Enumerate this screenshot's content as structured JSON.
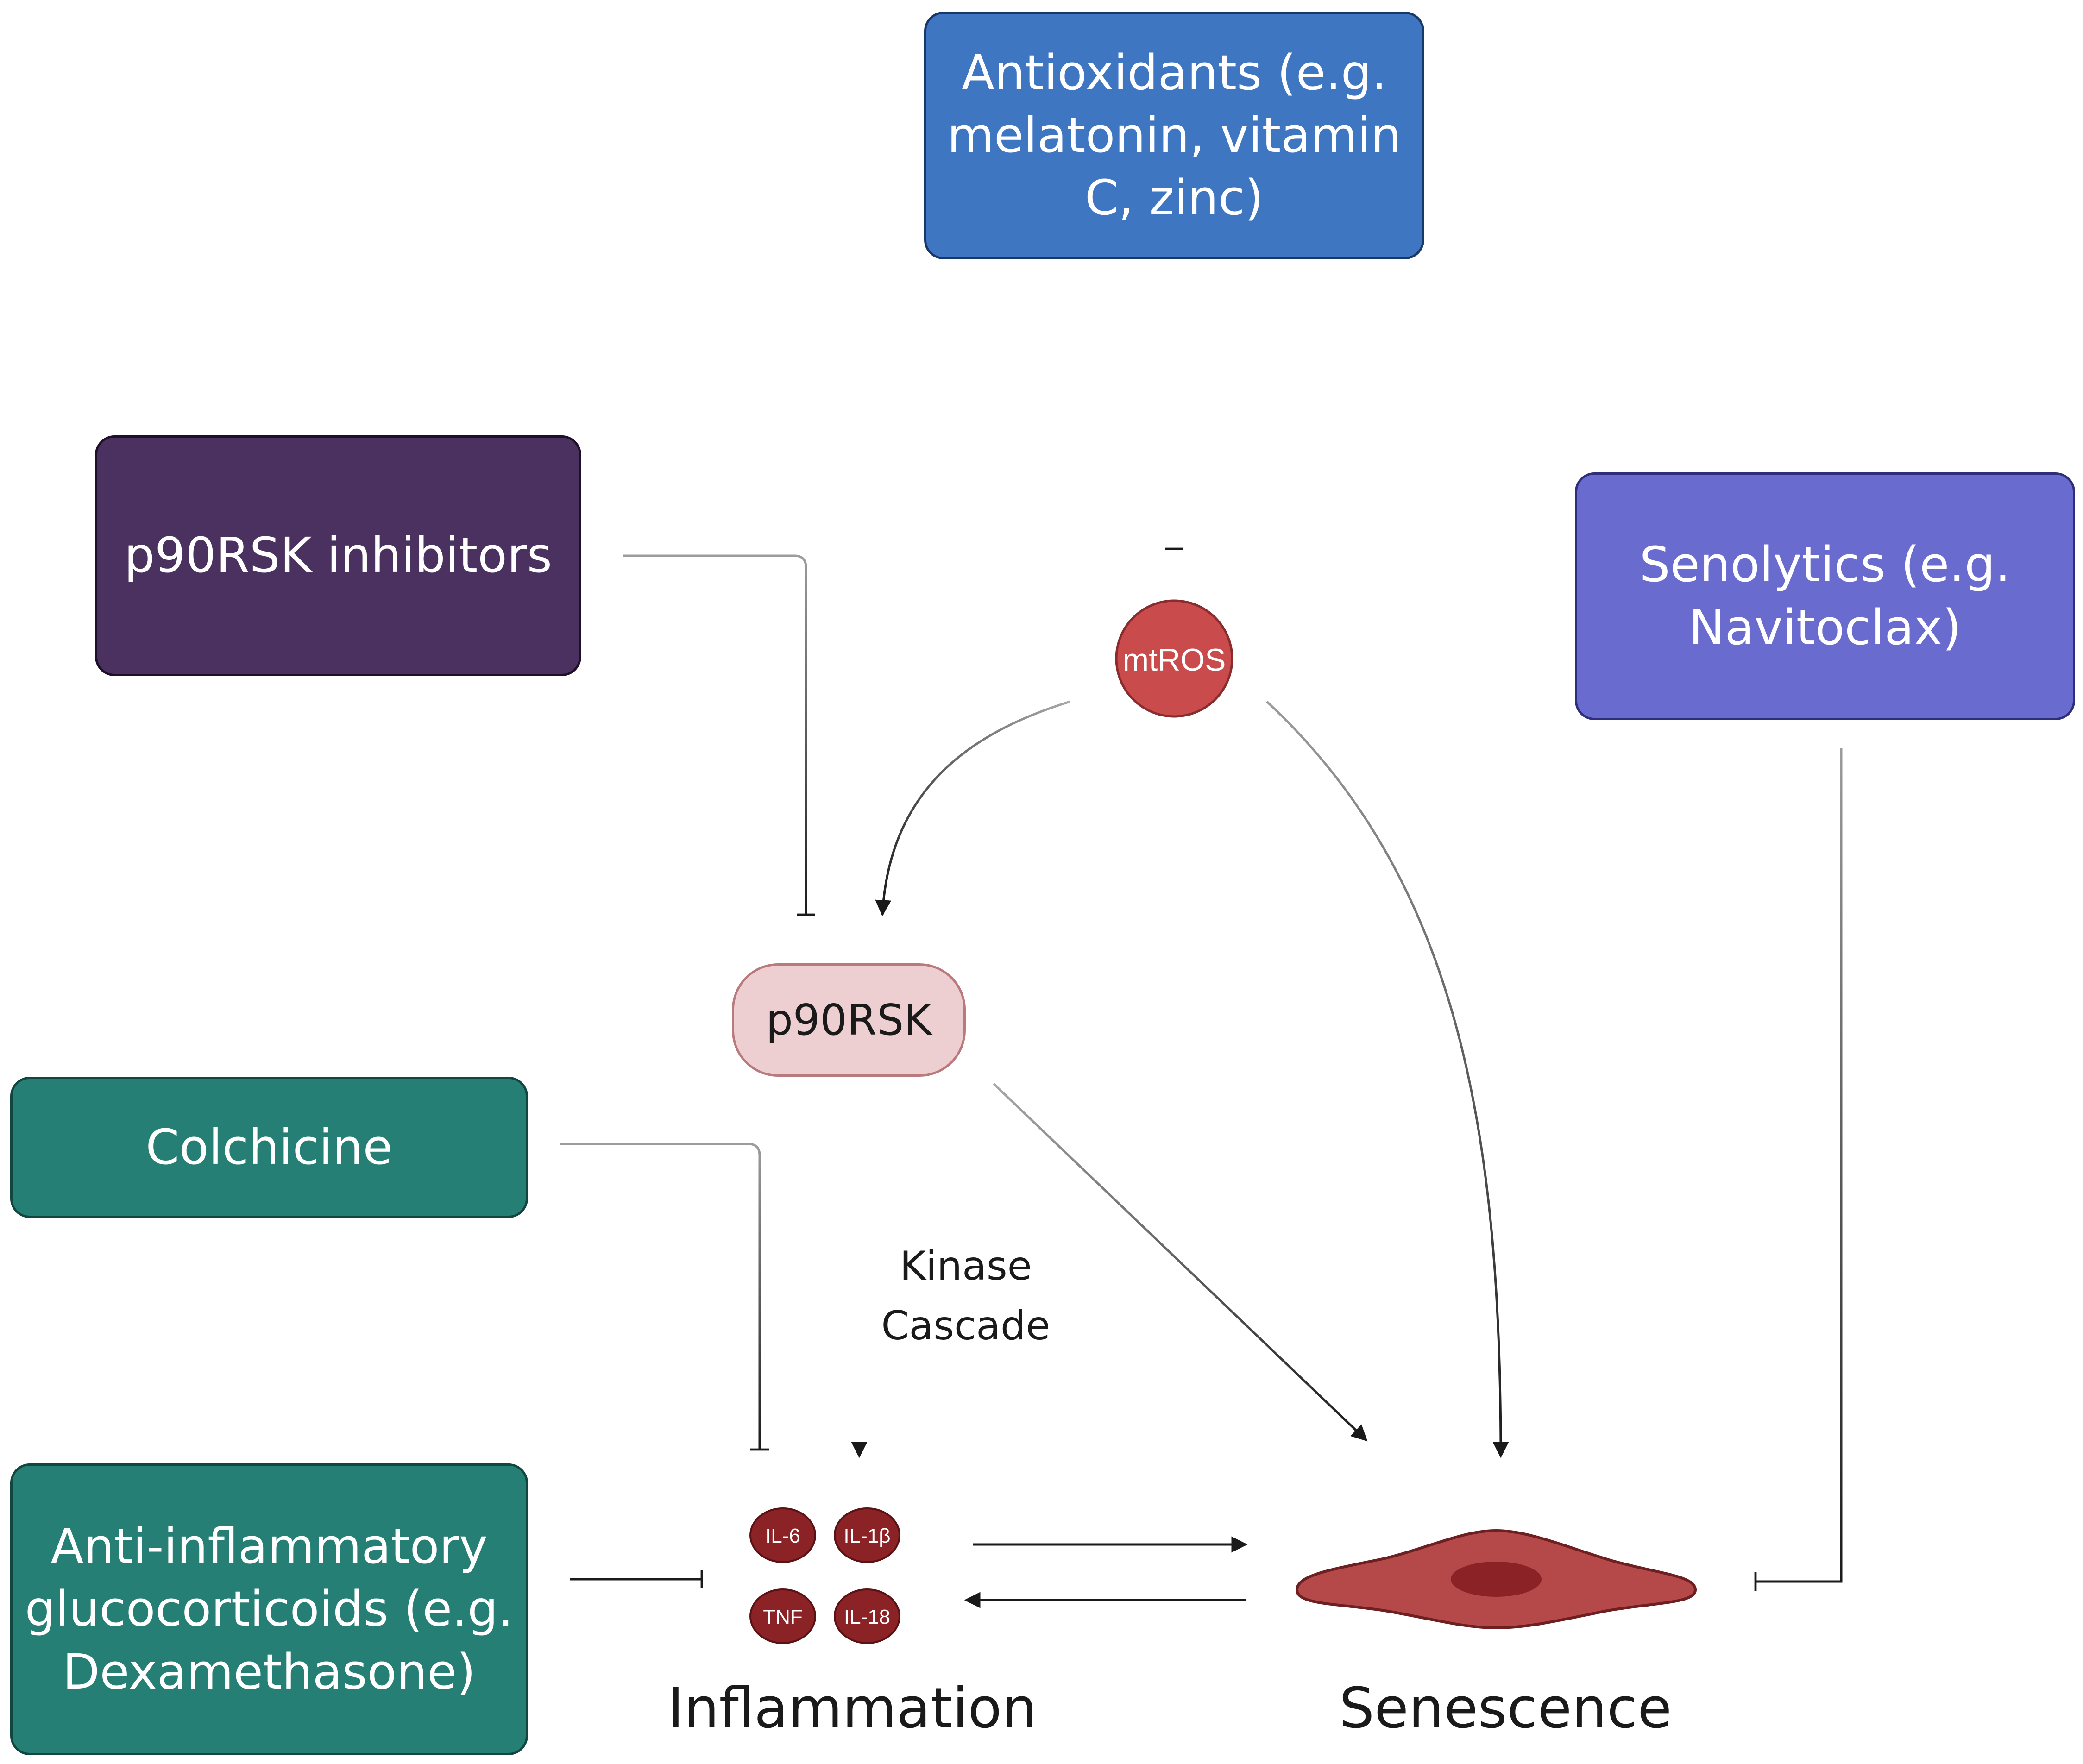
{
  "boxes": {
    "antioxidants": {
      "line1": "Antioxidants (e.g.",
      "line2": "melatonin, vitamin",
      "line3": "C, zinc)",
      "color": "#3f76c1"
    },
    "p90rsk_inhibitors": {
      "line1": "p90RSK inhibitors",
      "color": "#4a3160"
    },
    "senolytics": {
      "line1": "Senolytics (e.g.",
      "line2": "Navitoclax)",
      "color": "#6a6bce"
    },
    "colchicine": {
      "line1": "Colchicine",
      "color": "#257f74"
    },
    "antiinflammatory": {
      "line1": "Anti-inflammatory",
      "line2": "glucocorticoids (e.g.",
      "line3": "Dexamethasone)",
      "color": "#257f74"
    }
  },
  "nodes": {
    "mtros": {
      "label": "mtROS",
      "color": "#c94b4c"
    },
    "p90rsk": {
      "label": "p90RSK",
      "color": "#eecfd1"
    }
  },
  "cytokines": {
    "il6": "IL-6",
    "il1b": "IL-1β",
    "tnf": "TNF",
    "il18": "IL-18",
    "color": "#8b2326"
  },
  "labels": {
    "kinase_line1": "Kinase",
    "kinase_line2": "Cascade",
    "inflammation": "Inflammation",
    "senescence": "Senescence"
  },
  "cell_color": "#b54848"
}
